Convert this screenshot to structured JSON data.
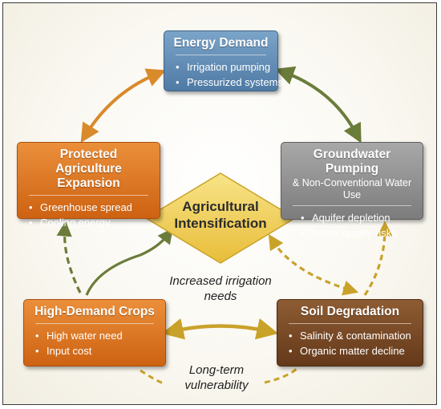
{
  "center": {
    "title_line1": "Agricultural",
    "title_line2": "Intensification"
  },
  "nodes": {
    "energy": {
      "title": "Energy Demand",
      "bullets": [
        "Irrigation pumping",
        "Pressurized systems"
      ],
      "color": "#5a86b0"
    },
    "protected": {
      "title_line1": "Protected Agriculture",
      "title_line2": "Expansion",
      "bullets": [
        "Greenhouse spread",
        "Cooling energy"
      ],
      "color": "#dd7420"
    },
    "groundwater": {
      "title": "Groundwater Pumping",
      "subtitle": "& Non-Conventional Water Use",
      "bullets": [
        "Aquifer depletion",
        "Water quality risks"
      ],
      "color": "#909090"
    },
    "crops": {
      "title": "High-Demand Crops",
      "bullets": [
        "High water need",
        "Input cost"
      ],
      "color": "#dd7420"
    },
    "soil": {
      "title": "Soil Degradation",
      "bullets": [
        "Salinity & contamination",
        "Organic matter decline"
      ],
      "color": "#7a4a25"
    }
  },
  "captions": {
    "irrigation_line1": "Increased irrigation",
    "irrigation_line2": "needs",
    "vulnerability_line1": "Long-term",
    "vulnerability_line2": "vulnerability"
  },
  "bullet_glyph": "•",
  "colors": {
    "orange_arrow": "#d98a2b",
    "green_arrow": "#6b7c3a",
    "gold_dashed": "#c9a22a",
    "diamond_fill": "#f3d35e",
    "diamond_stroke": "#c9a22a"
  }
}
